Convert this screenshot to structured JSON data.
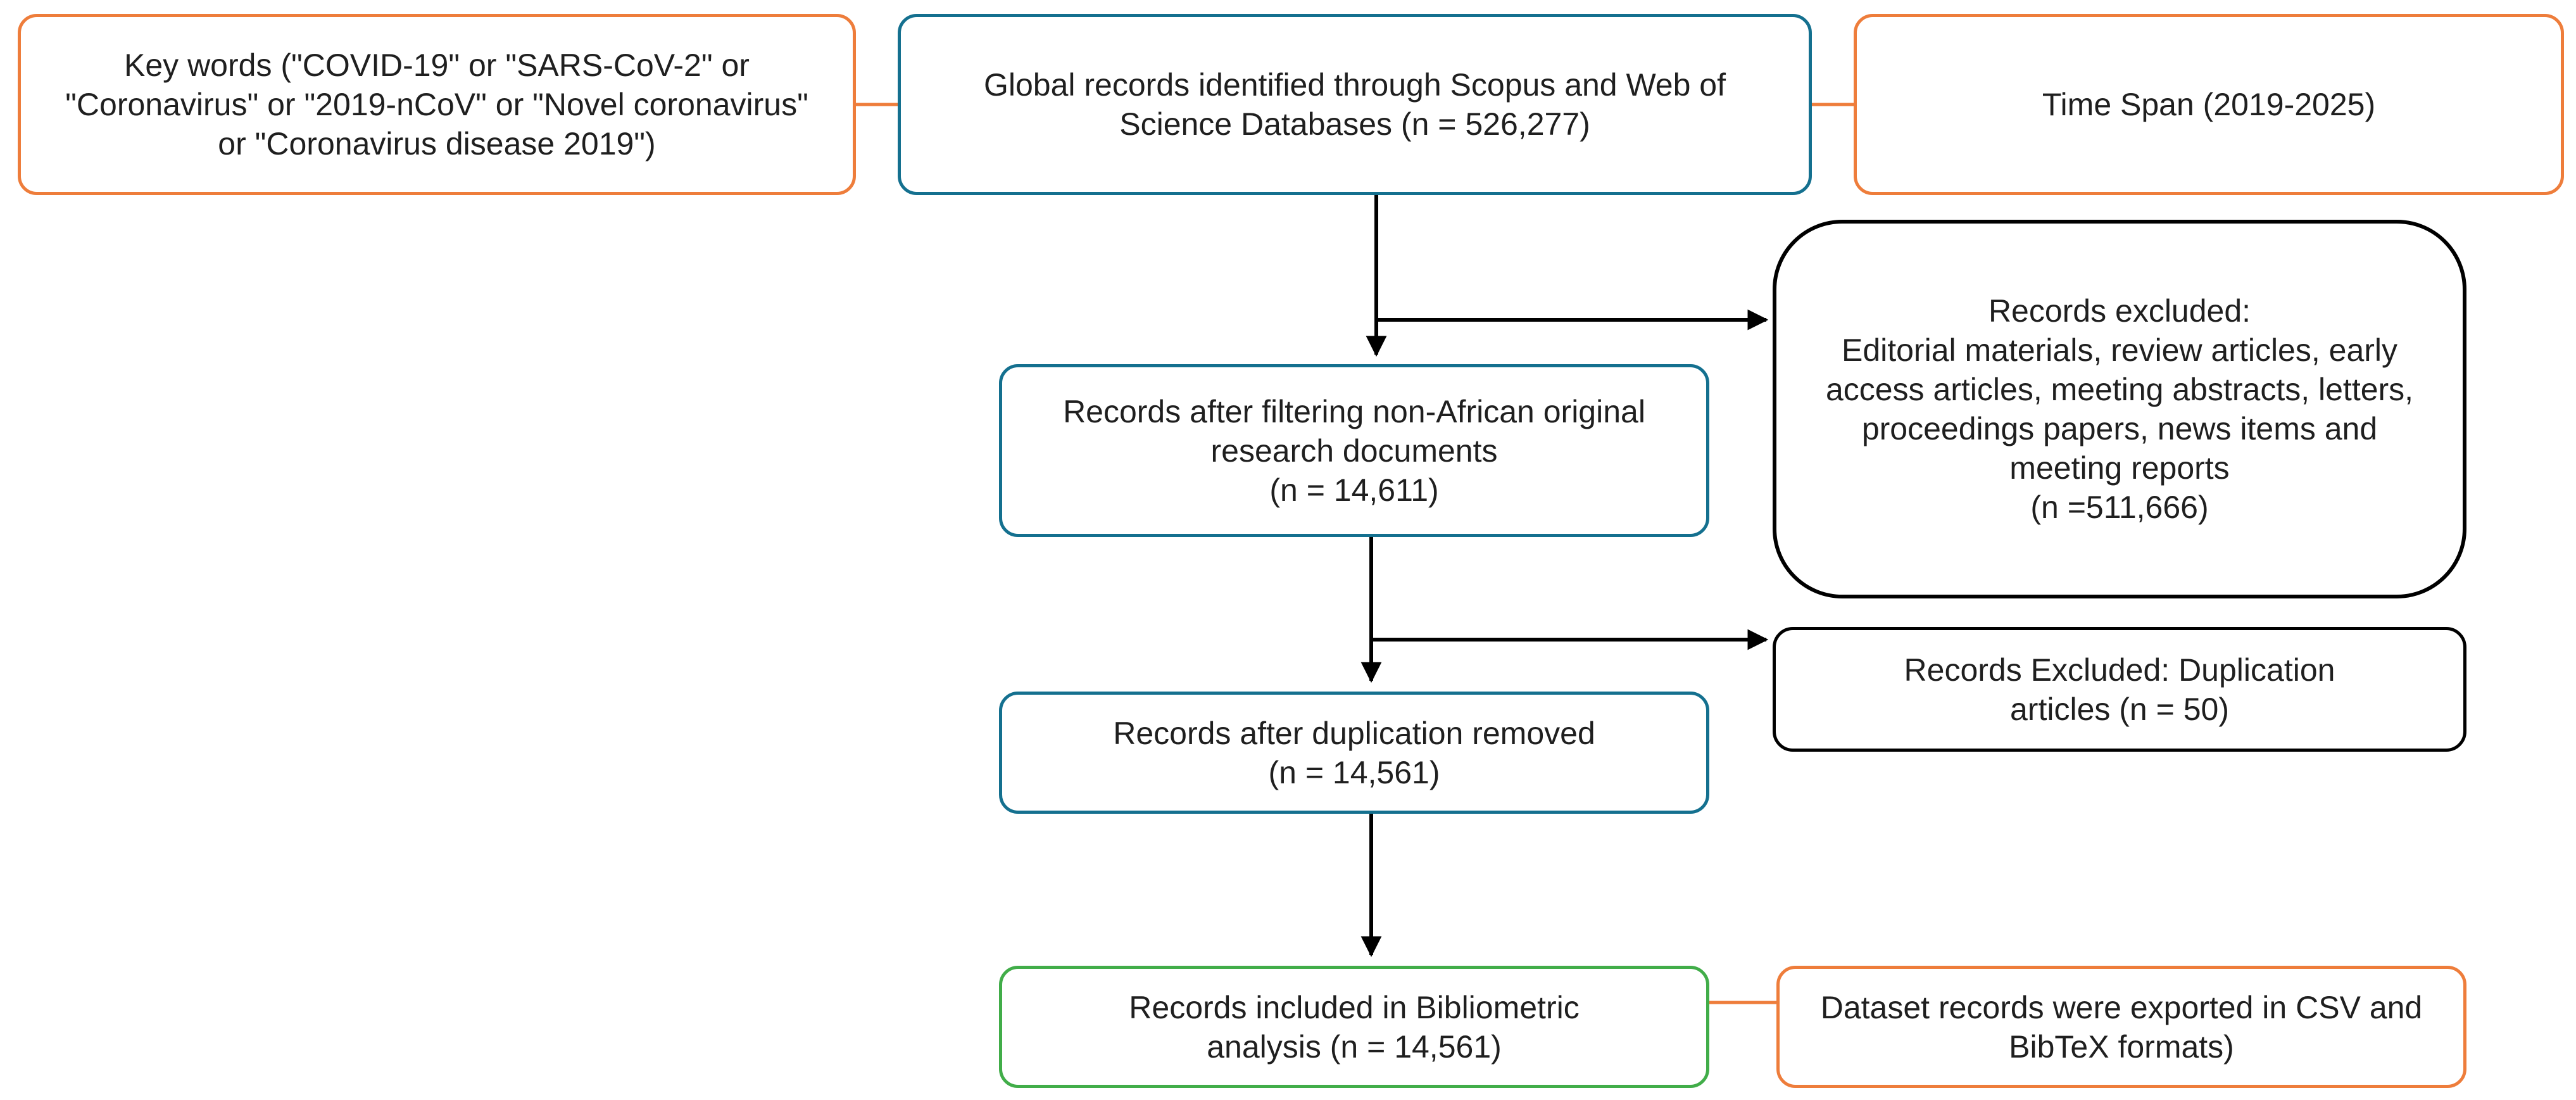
{
  "flowchart": {
    "keywords": "Key words (\"COVID-19\" or \"SARS-CoV-2\" or \"Coronavirus\" or \"2019-nCoV\" or \"Novel coronavirus\" or \"Coronavirus disease 2019\")",
    "global_records": "Global records identified through Scopus and Web of Science Databases (n = 526,277)",
    "time_span": "Time Span (2019-2025)",
    "excluded_materials": {
      "heading": "Records excluded:",
      "body": "Editorial materials, review articles, early access articles, meeting abstracts, letters, proceedings papers, news items and meeting reports",
      "count": "(n =511,666)"
    },
    "after_filtering": {
      "text": "Records after filtering non-African original research documents",
      "count": "(n = 14,611)"
    },
    "excluded_duplicates": "Records Excluded: Duplication articles (n = 50)",
    "after_duplication": {
      "text": "Records after duplication removed",
      "count": "(n = 14,561)"
    },
    "included": "Records included in Bibliometric analysis (n = 14,561)",
    "exported": "Dataset records were exported in CSV and BibTeX formats)"
  },
  "colors": {
    "orange_border": "#ee7d3b",
    "teal_border": "#14708f",
    "green_border": "#41ad49",
    "black_border": "#000000"
  }
}
